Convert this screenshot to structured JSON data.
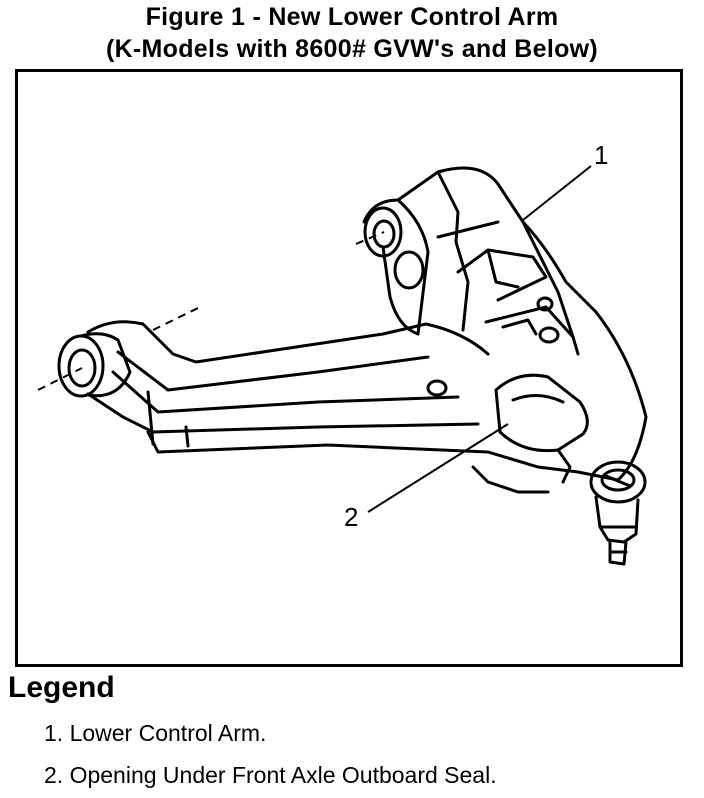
{
  "figure": {
    "title_line1": "Figure 1 - New Lower Control Arm",
    "title_line2": "(K-Models with 8600# GVW's and Below)"
  },
  "callouts": {
    "c1": "1",
    "c2": "2"
  },
  "legend": {
    "heading": "Legend",
    "items": [
      "1. Lower Control Arm.",
      "2. Opening Under Front Axle Outboard Seal."
    ]
  }
}
